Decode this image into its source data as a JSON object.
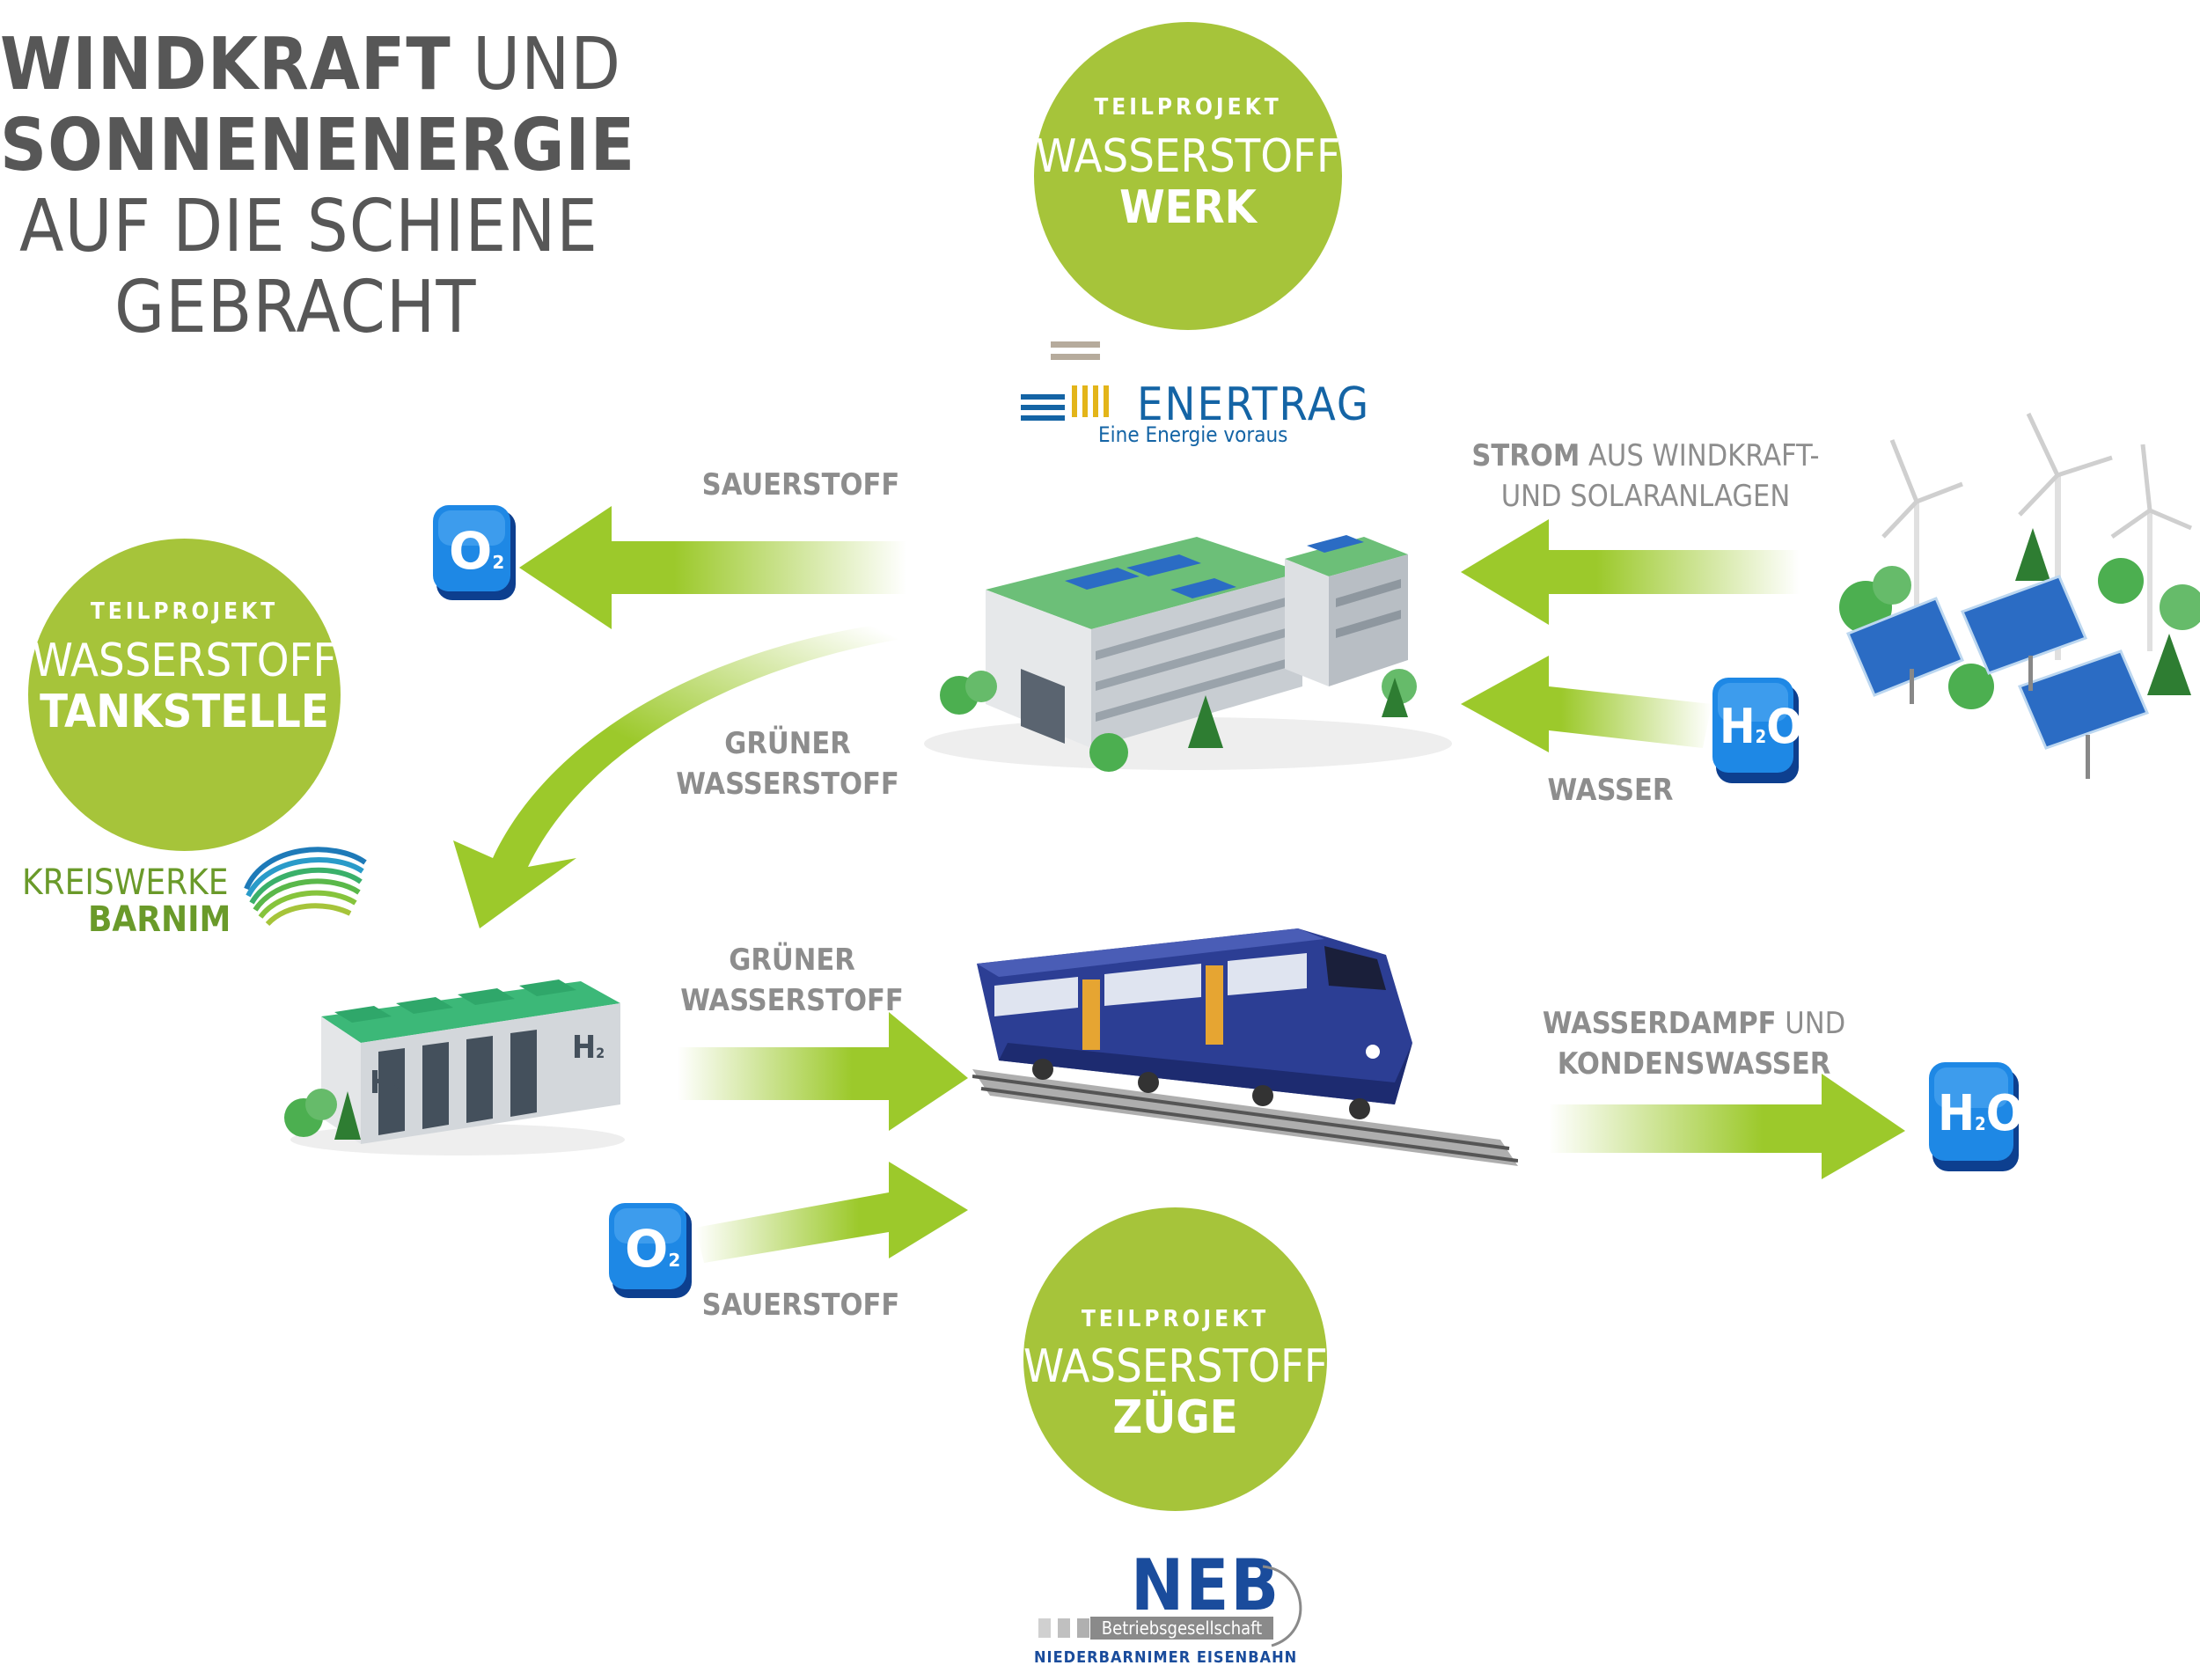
{
  "title": {
    "line1_bold": "WINDKRAFT",
    "line1_rest": " UND",
    "line2": "SONNENENERGIE",
    "line3": "AUF DIE SCHIENE",
    "line4": "GEBRACHT"
  },
  "circles": {
    "werk": {
      "l1": "TEILPROJEKT",
      "l2": "WASSERSTOFF",
      "l3": "WERK"
    },
    "tankstelle": {
      "l1": "TEILPROJEKT",
      "l2": "WASSERSTOFF",
      "l3": "TANKSTELLE"
    },
    "zuege": {
      "l1": "TEILPROJEKT",
      "l2": "WASSERSTOFF",
      "l3": "ZÜGE"
    }
  },
  "labels": {
    "sauerstoff_top": "SAUERSTOFF",
    "strom_bold": "STROM",
    "strom_rest": " AUS WINDKRAFT-",
    "strom_line2": "UND SOLARANLAGEN",
    "gruener_1_a": "GRÜNER",
    "gruener_1_b": "WASSERSTOFF",
    "wasser": "WASSER",
    "gruener_2_a": "GRÜNER",
    "gruener_2_b": "WASSERSTOFF",
    "dampf_bold": "WASSERDAMPF",
    "dampf_rest": " UND",
    "dampf_line2": "KONDENSWASSER",
    "sauerstoff_bottom": "SAUERSTOFF"
  },
  "logos": {
    "enertrag": {
      "name": "ENERTRAG",
      "tagline": "Eine Energie voraus"
    },
    "kreiswerke": {
      "line1": "KREISWERKE",
      "line2": "BARNIM"
    },
    "neb": {
      "name": "NEB",
      "sub": "Betriebsgesellschaft",
      "footer": "NIEDERBARNIMER EISENBAHN"
    }
  },
  "molecules": {
    "o2": {
      "main": "O",
      "sub": "2"
    },
    "h2o": {
      "h": "H",
      "sub": "2",
      "o": "O"
    },
    "h2": {
      "main": "H",
      "sub": "2"
    }
  },
  "colors": {
    "green": "#a6c43a",
    "arrow_green": "#9cc92b",
    "gray_text": "#8d8d8d",
    "title_gray": "#575757",
    "blue": "#1565c0",
    "train_blue": "#2c3e94",
    "neb_blue": "#1a4c9c"
  },
  "icons": [
    "factory-icon",
    "wind-solar-park-icon",
    "h2-storage-icon",
    "train-icon",
    "o2-cube-icon",
    "h2o-cube-icon"
  ]
}
